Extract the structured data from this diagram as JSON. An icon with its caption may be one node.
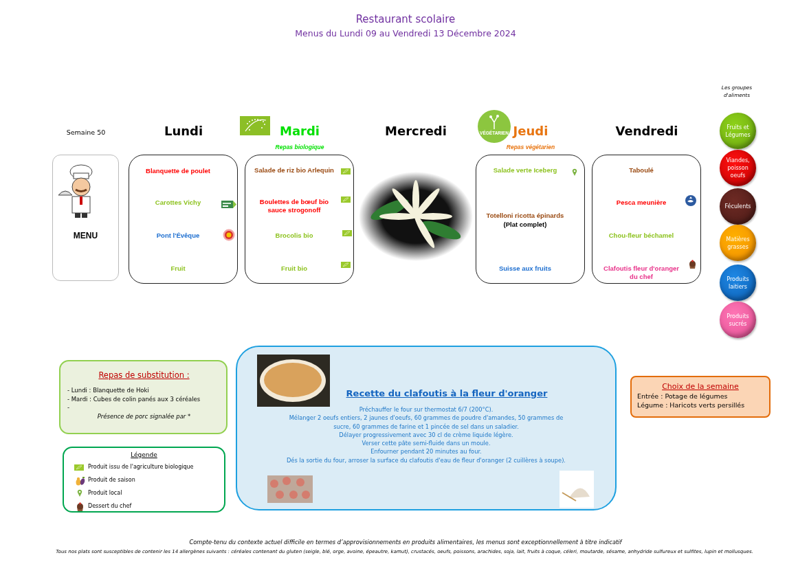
{
  "diagram": {
    "title": "Restaurant scolaire",
    "nodes": [
      {
        "text": [
          "MENU"
        ]
      },
      {
        "text": [
          "Lundi",
          "Blanquette de poulet",
          "Carottes Vichy",
          "Pont l'Évêque",
          "Fruit"
        ]
      },
      {
        "text": [
          "Mardi",
          "Repas biologique",
          "Salade de riz bio Arlequin",
          "Boulettes de bœuf bio sauce strogonoff",
          "Brocolis bio",
          "Fruit bio"
        ]
      },
      {
        "text": [
          "Jeudi",
          "Repas végétarien",
          "Salade verte Iceberg",
          "Totelloni ricotta épinards",
          "(Plat complet)",
          "Suisse aux fruits"
        ]
      },
      {
        "text": [
          "Vendredi",
          "Taboulé",
          "Pesca meunière",
          "Chou-fleur béchamel",
          "Clafoutis fleur d'oranger du chef"
        ]
      },
      {
        "text": [
          "Fruits et Légumes"
        ]
      },
      {
        "text": [
          "Viandes, poisson oeufs"
        ]
      },
      {
        "text": [
          "Féculents"
        ]
      },
      {
        "text": [
          "Matières grasses"
        ]
      },
      {
        "text": [
          "Produits laitiers"
        ]
      },
      {
        "text": [
          "Produits sucrés"
        ]
      },
      {
        "text": [
          "Repas de substitution :",
          "- Lundi : Blanquette de Hoki",
          "- Mardi : Cubes de colin panés aux 3 céréales",
          "-",
          "Présence de porc signalée par *"
        ]
      },
      {
        "text": [
          "Recette du clafoutis à la fleur d'oranger",
          "Préchauffer le four sur thermostat 6/7 (200°C).",
          "Mélanger 2 oeufs entiers, 2 jaunes d'oeufs, 60 grammes de poudre d'amandes, 50 grammes de sucre, 60 grammes de farine et 1 pincée de sel dans un saladier.",
          "Délayer progressivement avec 30 cl de crème liquide légère.",
          "Verser cette pâte semi-fluide dans un moule.",
          "Enfourner pendant 20 minutes au four.",
          "Dés la sortie du four, arroser la surface du clafoutis d'eau de fleur d'oranger (2 cuillères à soupe)."
        ]
      },
      {
        "text": [
          "Choix de la semaine",
          "Entrée : Potage de légumes",
          "Légume : Haricots verts persillés"
        ]
      }
    ],
    "labels": [
      "Menus du Lundi 09 au Vendredi 13 Décembre 2024",
      "Les groupes d'aliments",
      "Semaine 50",
      "VÉGÉTARIEN",
      "Mercredi",
      "Légende",
      "Compte-tenu du contexte actuel difficile en termes d’approvisionnements en produits alimentaires, les menus sont exceptionnellement à titre indicatif",
      "Tous nos plats sont susceptibles de contenir les 14 allergènes suivants : céréales contenant du gluten (seigle, blé, orge, avoine, épeautre, kamut), crustacés, oeufs, poissons, arachides, soja, lait, fruits à coque, céleri, moutarde, sésame, anhydride sulfureux et sulfites, lupin et mollusques."
    ],
    "legend": [
      {
        "text": "Produit issu de l'agriculture biologique"
      },
      {
        "text": "Produit de saison"
      },
      {
        "text": "Produit local"
      },
      {
        "text": "Dessert du chef"
      }
    ]
  }
}
